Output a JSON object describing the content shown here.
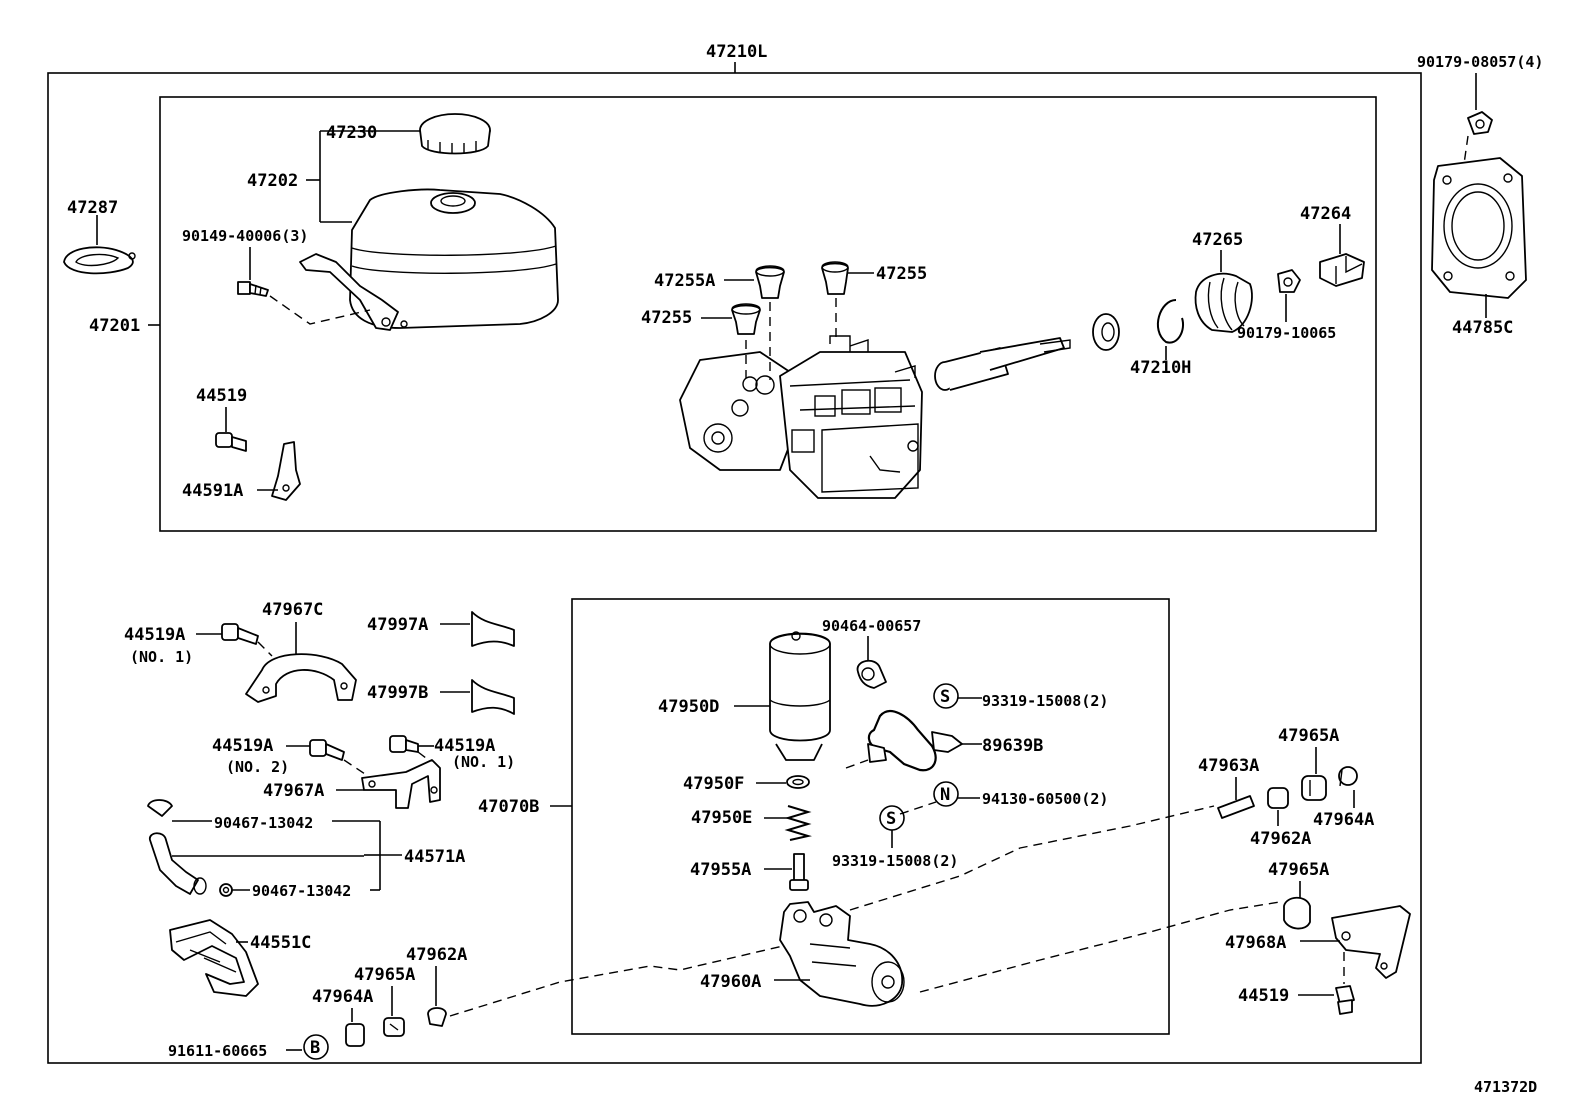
{
  "diagram": {
    "drawing_number": "471372D",
    "assembly_label": "47210L",
    "parts": {
      "p47287": "47287",
      "p47201": "47201",
      "p47230": "47230",
      "p47202": "47202",
      "p90149": "90149-40006(3)",
      "p44519_top": "44519",
      "p44591A": "44591A",
      "p47255A": "47255A",
      "p47255_left": "47255",
      "p47255_right": "47255",
      "p47265": "47265",
      "p47264": "47264",
      "p90179_10065": "90179-10065",
      "p47210H": "47210H",
      "p90179_08057": "90179-08057(4)",
      "p44785C": "44785C",
      "p44519A_no1_top": "44519A",
      "p44519A_no1_top_note": "(NO. 1)",
      "p47967C": "47967C",
      "p47997A": "47997A",
      "p47997B": "47997B",
      "p44519A_no2": "44519A",
      "p44519A_no2_note": "(NO. 2)",
      "p44519A_no1_mid": "44519A",
      "p44519A_no1_mid_note": "(NO. 1)",
      "p47967A": "47967A",
      "p90467_a": "90467-13042",
      "p44571A": "44571A",
      "p90467_b": "90467-13042",
      "p44551C": "44551C",
      "p47962A_left": "47962A",
      "p47965A_left": "47965A",
      "p47964A_left": "47964A",
      "p91611": "91611-60665",
      "p91611_mark": "B",
      "p47070B": "47070B",
      "p90464": "90464-00657",
      "p47950D": "47950D",
      "p93319_a": "93319-15008(2)",
      "p93319_a_mark": "S",
      "p89639B": "89639B",
      "p94130": "94130-60500(2)",
      "p94130_mark": "N",
      "p93319_b": "93319-15008(2)",
      "p93319_b_mark": "S",
      "p47950F": "47950F",
      "p47950E": "47950E",
      "p47955A": "47955A",
      "p47960A": "47960A",
      "p47963A": "47963A",
      "p47965A_r1": "47965A",
      "p47962A_right": "47962A",
      "p47964A_right": "47964A",
      "p47965A_r2": "47965A",
      "p47968A": "47968A",
      "p44519_bottom": "44519"
    }
  }
}
